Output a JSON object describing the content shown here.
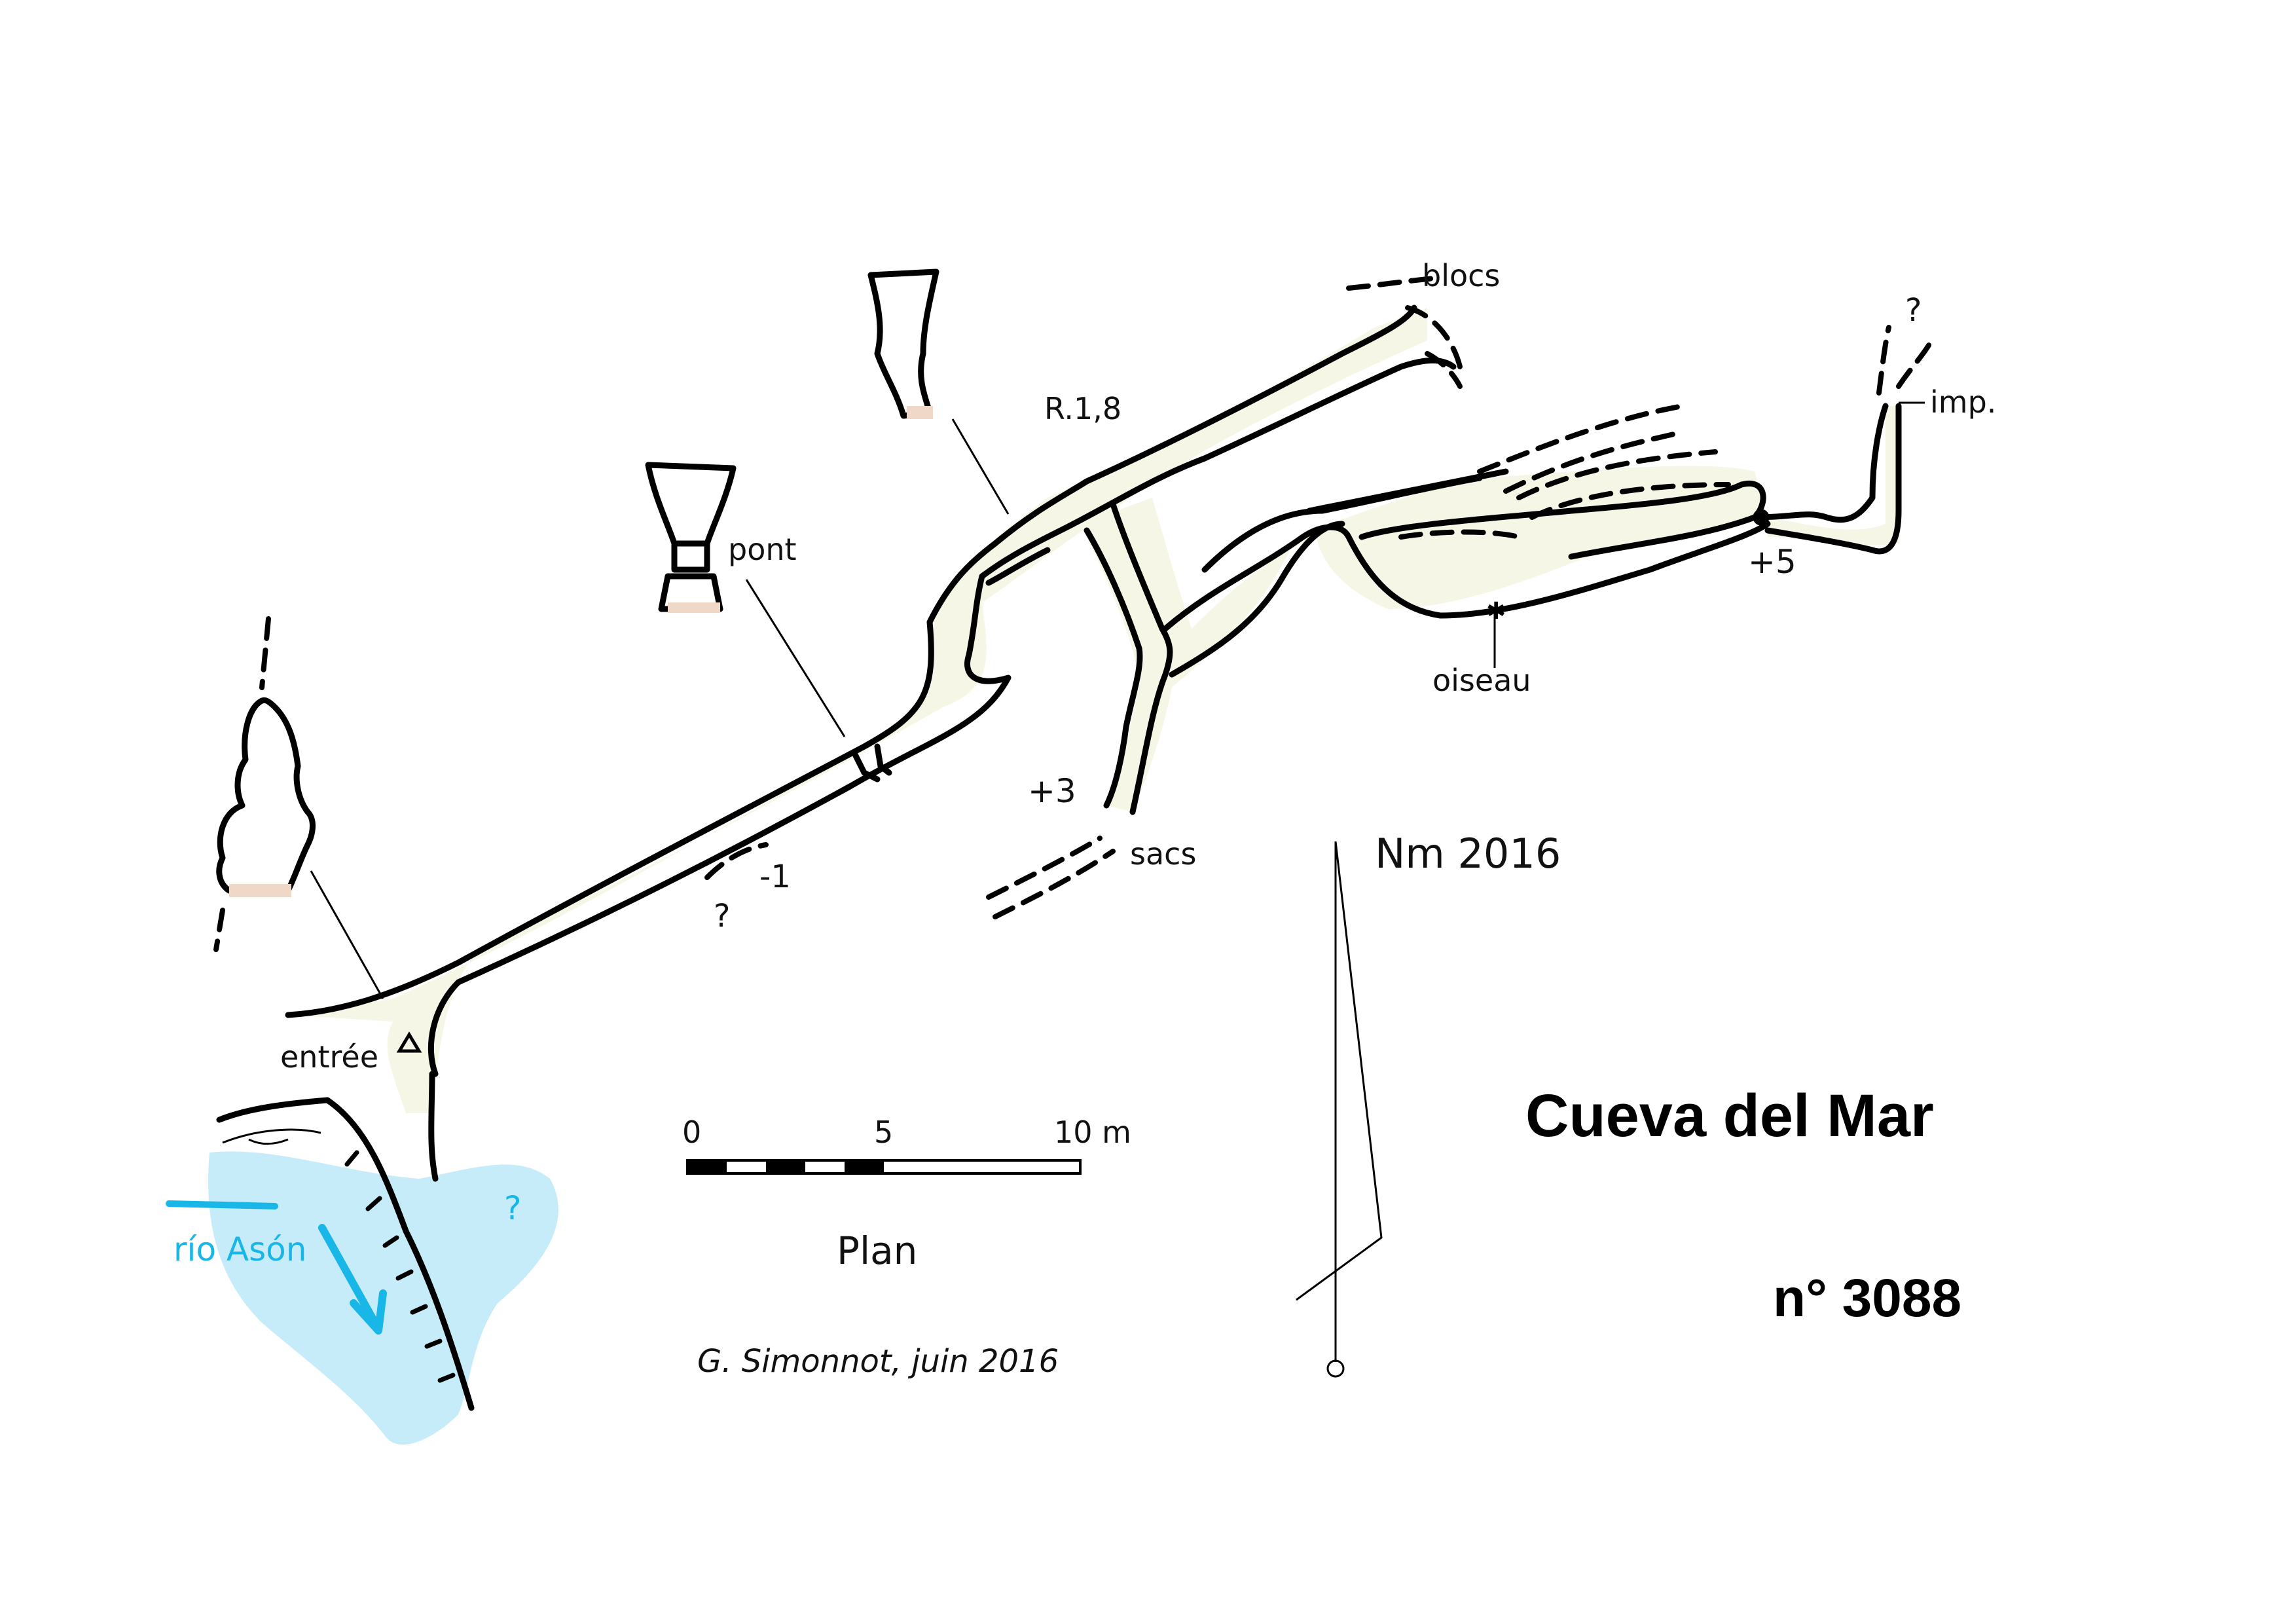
{
  "title": "Cueva del Mar",
  "number": "n° 3088",
  "author": "G. Simonnot, juin 2016",
  "view_label": "Plan",
  "north_label": "Nm 2016",
  "scale": {
    "ticks": [
      "0",
      "5",
      "10 m"
    ]
  },
  "labels": {
    "entrance": "entrée",
    "bridge": "pont",
    "step": "R.1,8",
    "blocks": "blocs",
    "impasse": "imp.",
    "question_top": "?",
    "plus5": "+5",
    "bird": "oiseau",
    "plus3": "+3",
    "bags": "sacs",
    "minus1": "-1",
    "question_mid": "?",
    "question_water": "?"
  },
  "river": {
    "name": "río Asón"
  },
  "colors": {
    "passage_floor": "#f6f6e6",
    "water": "#c6ecf9",
    "river_text": "#19b6e8",
    "ink": "#000000"
  }
}
